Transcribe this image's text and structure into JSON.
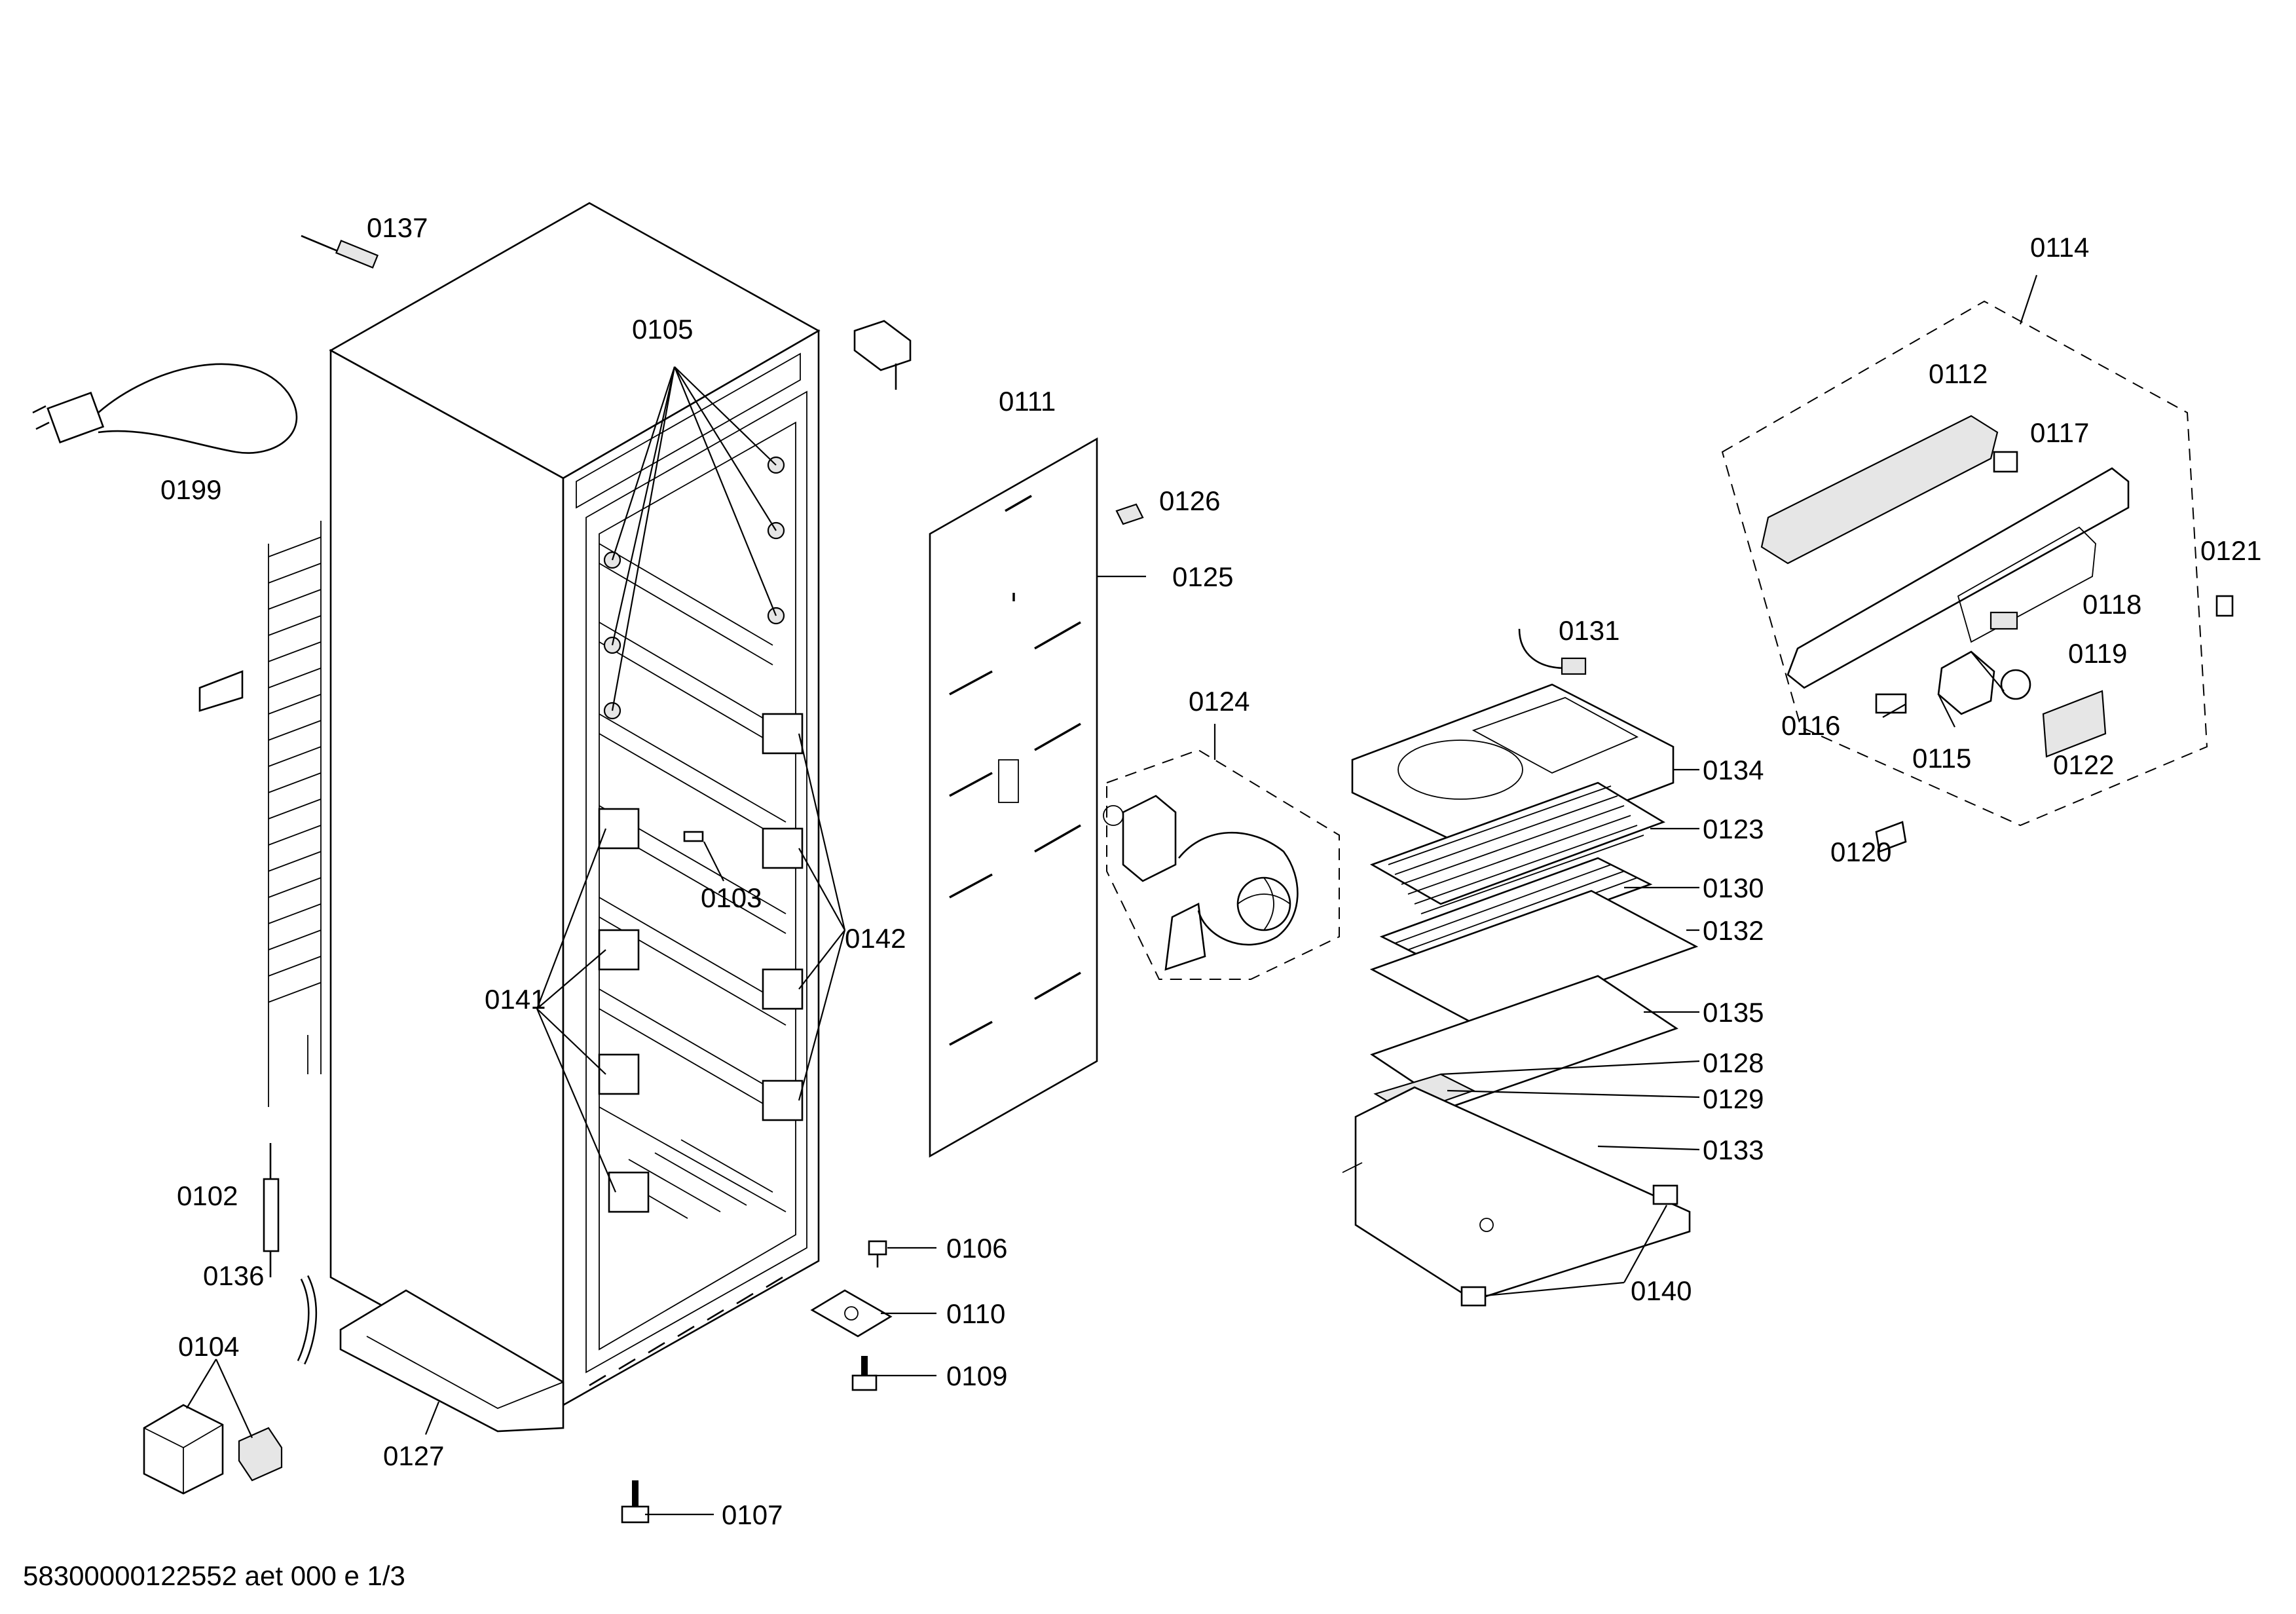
{
  "footer": "58300000122552 aet 000 e 1/3",
  "labels": {
    "l0137": "0137",
    "l0199": "0199",
    "l0105": "0105",
    "l0111": "0111",
    "l0126": "0126",
    "l0125": "0125",
    "l0124": "0124",
    "l0103": "0103",
    "l0142": "0142",
    "l0141": "0141",
    "l0102": "0102",
    "l0136": "0136",
    "l0104": "0104",
    "l0127": "0127",
    "l0106": "0106",
    "l0110": "0110",
    "l0109": "0109",
    "l0107": "0107",
    "l0114": "0114",
    "l0112": "0112",
    "l0117": "0117",
    "l0121": "0121",
    "l0118": "0118",
    "l0119": "0119",
    "l0116": "0116",
    "l0115": "0115",
    "l0122": "0122",
    "l0120": "0120",
    "l0131": "0131",
    "l0134": "0134",
    "l0123": "0123",
    "l0130": "0130",
    "l0132": "0132",
    "l0135": "0135",
    "l0128": "0128",
    "l0129": "0129",
    "l0133": "0133",
    "l0140": "0140"
  }
}
